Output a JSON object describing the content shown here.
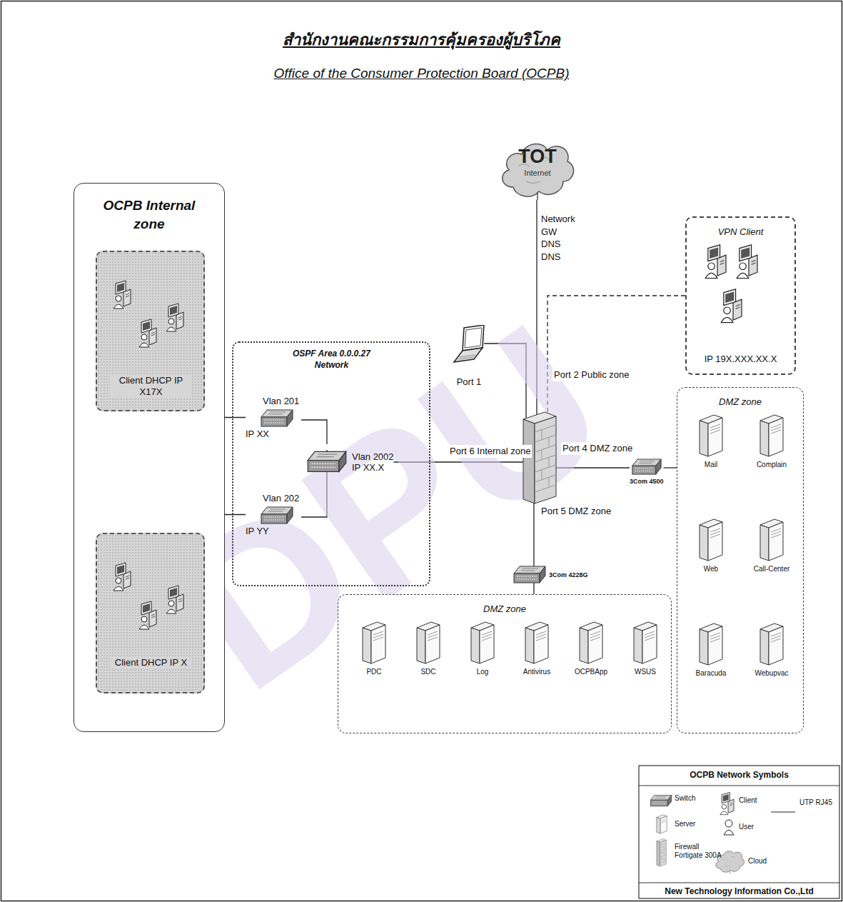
{
  "diagram": {
    "title": "สำนักงานคณะกรรมการคุ้มครองผู้บริโภค",
    "nodes": [
      {
        "text": [
          "OCPB Internal zone"
        ]
      },
      {
        "text": [
          "Client DHCP IP X17X"
        ],
        "in": 0
      },
      {
        "text": [
          "Client DHCP IP X"
        ],
        "in": 0
      },
      {
        "text": [
          "OSPF Area 0.0.0.27 Network"
        ]
      },
      {
        "text": [
          "Vlan 201",
          "IP XX"
        ],
        "in": 3
      },
      {
        "text": [
          "Vlan 202",
          "IP YY"
        ],
        "in": 3
      },
      {
        "text": [
          "Vlan 2002",
          "IP XX.X"
        ],
        "in": 3
      },
      {
        "text": [
          "TOT",
          "Internet"
        ]
      },
      {
        "text": [
          "Port 1"
        ]
      },
      {
        "text": []
      },
      {
        "text": [
          "VPN Client",
          "IP 19X.XXX.XX.X"
        ]
      },
      {
        "text": [
          "DMZ zone"
        ]
      },
      {
        "text": [
          "Mail"
        ],
        "in": 11
      },
      {
        "text": [
          "Complain"
        ],
        "in": 11
      },
      {
        "text": [
          "Web"
        ],
        "in": 11
      },
      {
        "text": [
          "Call-Center"
        ],
        "in": 11
      },
      {
        "text": [
          "Baracuda"
        ],
        "in": 11
      },
      {
        "text": [
          "Webupvac"
        ],
        "in": 11
      },
      {
        "text": [
          "3Com 4500"
        ]
      },
      {
        "text": [
          "3Com 4228G"
        ]
      },
      {
        "text": [
          "DMZ zone"
        ]
      },
      {
        "text": [
          "PDC"
        ],
        "in": 20
      },
      {
        "text": [
          "SDC"
        ],
        "in": 20
      },
      {
        "text": [
          "Log"
        ],
        "in": 20
      },
      {
        "text": [
          "Antivirus"
        ],
        "in": 20
      },
      {
        "text": [
          "OCPBApp"
        ],
        "in": 20
      },
      {
        "text": [
          "WSUS"
        ],
        "in": 20
      }
    ],
    "edges": [
      {
        "from": 1,
        "to": 4,
        "arrow": "none"
      },
      {
        "from": 2,
        "to": 5,
        "arrow": "none"
      },
      {
        "from": 4,
        "to": 6,
        "arrow": "none"
      },
      {
        "from": 5,
        "to": 6,
        "arrow": "none"
      },
      {
        "from": 6,
        "to": 9,
        "label": "Port 6 Internal zone",
        "arrow": "none"
      },
      {
        "from": 8,
        "to": 9,
        "arrow": "none"
      },
      {
        "from": 7,
        "to": 9,
        "label": "Network GW DNS DNS",
        "arrow": "none"
      },
      {
        "from": 10,
        "to": 9,
        "label": "Port 2 Public zone",
        "arrow": "none"
      },
      {
        "from": 9,
        "to": 18,
        "label": "Port 4 DMZ zone",
        "arrow": "none"
      },
      {
        "from": 18,
        "to": 11,
        "arrow": "none"
      },
      {
        "from": 9,
        "to": 19,
        "label": "Port 5 DMZ zone",
        "arrow": "none"
      },
      {
        "from": 19,
        "to": 20,
        "arrow": "none"
      }
    ],
    "labels": [
      "Office of the Consumer Protection Board (OCPB)",
      "OCPB Network Symbols",
      "New Technology Information Co.,Ltd",
      "DPU"
    ],
    "legend": [
      {
        "text": "Switch"
      },
      {
        "text": "Server"
      },
      {
        "text": "Firewall Fortigate 300A"
      },
      {
        "text": "Client"
      },
      {
        "text": "User"
      },
      {
        "text": "Cloud"
      },
      {
        "text": "UTP RJ45"
      }
    ]
  }
}
